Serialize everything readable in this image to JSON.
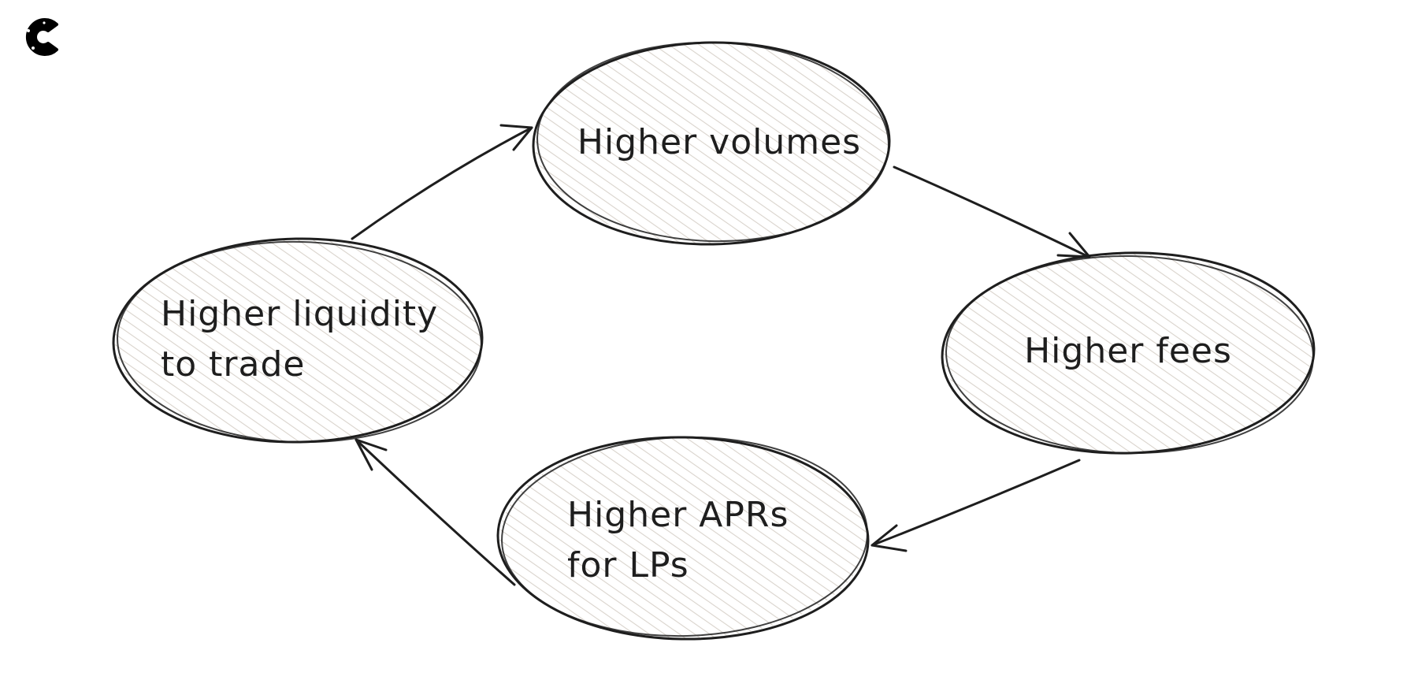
{
  "logo": {
    "icon": "c-logo-icon",
    "color": "#000000"
  },
  "colors": {
    "ink": "#1e1e1e",
    "hatch": "#d9d3cc",
    "background": "#ffffff"
  },
  "nodes": [
    {
      "id": "higher-volumes",
      "lines": [
        "Higher volumes"
      ]
    },
    {
      "id": "higher-fees",
      "lines": [
        "Higher fees"
      ]
    },
    {
      "id": "higher-aprs",
      "lines": [
        "Higher APRs",
        "for LPs"
      ]
    },
    {
      "id": "higher-liquidity",
      "lines": [
        "Higher liquidity",
        "to trade"
      ]
    }
  ],
  "edges": [
    {
      "from": "higher-volumes",
      "to": "higher-fees"
    },
    {
      "from": "higher-fees",
      "to": "higher-aprs"
    },
    {
      "from": "higher-aprs",
      "to": "higher-liquidity"
    },
    {
      "from": "higher-liquidity",
      "to": "higher-volumes"
    }
  ]
}
